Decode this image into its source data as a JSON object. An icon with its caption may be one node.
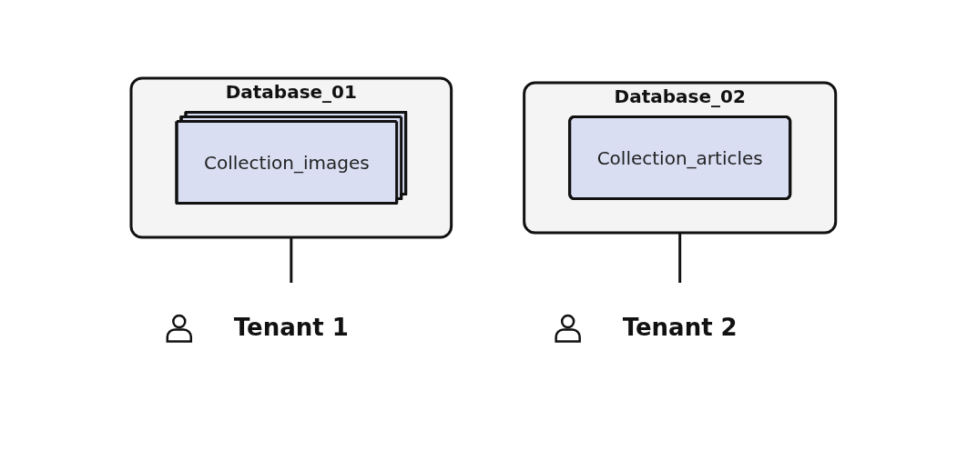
{
  "diagram": {
    "nodes": [
      {
        "text": [
          "Database_01"
        ]
      },
      {
        "text": [
          "Collection_images"
        ],
        "in": 0
      },
      {
        "text": [
          "Tenant 1"
        ]
      },
      {
        "text": [
          "Database_02"
        ]
      },
      {
        "text": [
          "Collection_articles"
        ],
        "in": 3
      },
      {
        "text": [
          "Tenant 2"
        ]
      }
    ],
    "edges": [
      {
        "from": 0,
        "to": 2,
        "arrow": "none"
      },
      {
        "from": 3,
        "to": 5,
        "arrow": "none"
      }
    ]
  }
}
